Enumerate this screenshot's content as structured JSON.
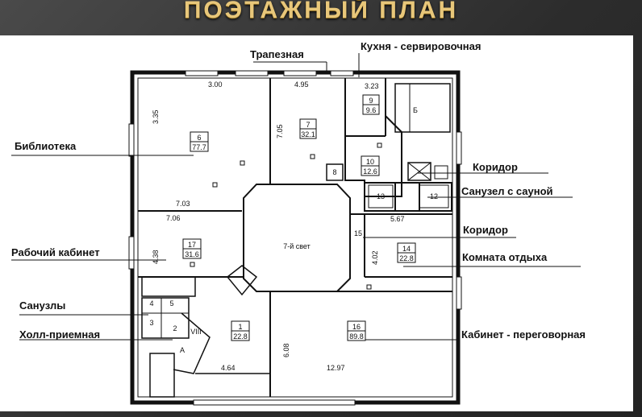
{
  "title": "ПОЭТАЖНЫЙ ПЛАН",
  "labels": {
    "trapeznaya": "Трапезная",
    "kitchen": "Кухня - сервировочная",
    "library": "Библиотека",
    "corridor1": "Коридор",
    "sauna": "Санузел с сауной",
    "corridor2": "Коридор",
    "office": "Рабочий кабинет",
    "rest_room": "Комната отдыха",
    "toilets": "Санузлы",
    "hall": "Холл-приемная",
    "meeting": "Кабинет - переговорная"
  },
  "dimensions": {
    "d300": "3.00",
    "d495": "4.95",
    "d323": "3.23",
    "d335": "3.35",
    "d705": "7.05",
    "d703": "7.03",
    "d706": "7.06",
    "d567": "5.67",
    "d438": "4.38",
    "d402": "4.02",
    "d608": "6.08",
    "d464": "4.64",
    "d1297": "12.97"
  },
  "rooms": {
    "r6": {
      "num": "6",
      "area": "77.7"
    },
    "r7": {
      "num": "7",
      "area": "32.1"
    },
    "r9": {
      "num": "9",
      "area": "9.6"
    },
    "r10": {
      "num": "10",
      "area": "12.6"
    },
    "r17": {
      "num": "17",
      "area": "31.6"
    },
    "r14": {
      "num": "14",
      "area": "22.8"
    },
    "r1": {
      "num": "1",
      "area": "22.8"
    },
    "r16": {
      "num": "16",
      "area": "89.8"
    },
    "r8": "8",
    "r13": "13",
    "r12": "12",
    "r15": "15",
    "r4": "4",
    "r5": "5",
    "r3": "3",
    "r2": "2",
    "stairs_b": "Б",
    "stairs_a": "А",
    "hall_viii": "VIII",
    "light_well": "7-й свет"
  }
}
